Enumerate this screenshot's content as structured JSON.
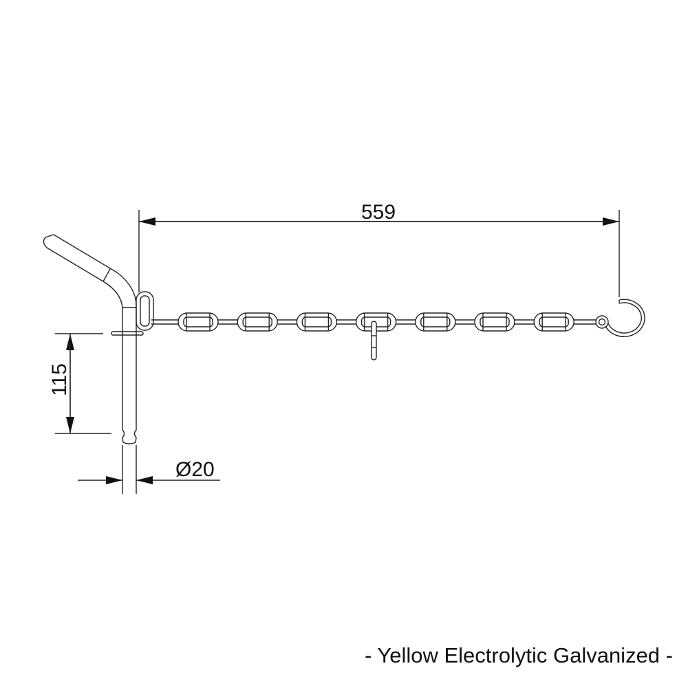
{
  "dimensions": {
    "chain_length": "559",
    "pin_length": "115",
    "pin_diameter": "Ø20"
  },
  "caption": "- Yellow Electrolytic Galvanized -",
  "colors": {
    "line": "#222222",
    "background": "#ffffff"
  },
  "chain": {
    "link_count": 7
  }
}
